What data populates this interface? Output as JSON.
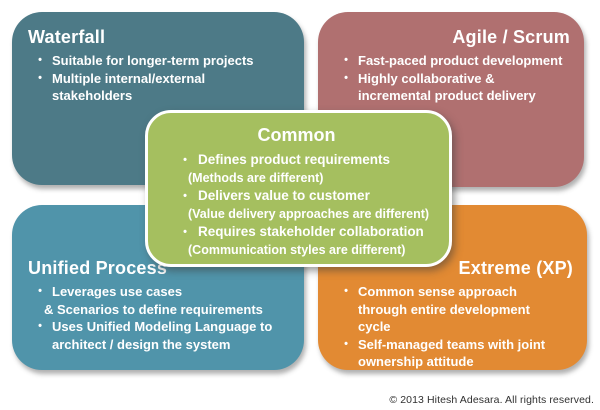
{
  "page": {
    "footer": "© 2013 Hitesh Adesara. All rights reserved."
  },
  "glyphs": {
    "bullet": "•"
  },
  "colors": {
    "waterfall_bg": "#4d7a87",
    "agile_bg": "#b07070",
    "unified_bg": "#5094aa",
    "extreme_bg": "#e28a33",
    "common_bg": "#a5bf5f",
    "common_border": "#ffffff",
    "box_text": "#ffffff",
    "footer_text": "#303030",
    "page_bg": "#ffffff"
  },
  "quadrants": {
    "waterfall": {
      "title": "Waterfall",
      "items": [
        {
          "text": "Suitable for longer-term projects"
        },
        {
          "text": "Multiple internal/external"
        },
        {
          "text": "stakeholders"
        }
      ]
    },
    "agile": {
      "title": "Agile / Scrum",
      "items": [
        {
          "text": "Fast-paced product development"
        },
        {
          "text": "Highly collaborative &"
        },
        {
          "text": "incremental product delivery"
        }
      ]
    },
    "unified": {
      "title": "Unified Process",
      "items": [
        {
          "text": "Leverages use cases"
        },
        {
          "text": "& Scenarios to define requirements"
        },
        {
          "text": "Uses Unified Modeling Language to"
        },
        {
          "text": "architect / design the system"
        }
      ]
    },
    "extreme": {
      "title": "Extreme (XP)",
      "items": [
        {
          "text": "Common sense approach"
        },
        {
          "text": "through entire development"
        },
        {
          "text": "cycle"
        },
        {
          "text": "Self-managed teams with joint"
        },
        {
          "text": "ownership attitude"
        }
      ]
    }
  },
  "common": {
    "title": "Common",
    "bullets": [
      {
        "main": "Defines product requirements",
        "note": "(Methods are different)"
      },
      {
        "main": "Delivers value to customer",
        "note": "(Value delivery approaches are different)"
      },
      {
        "main": "Requires stakeholder collaboration",
        "note": "(Communication styles are different)"
      }
    ]
  }
}
